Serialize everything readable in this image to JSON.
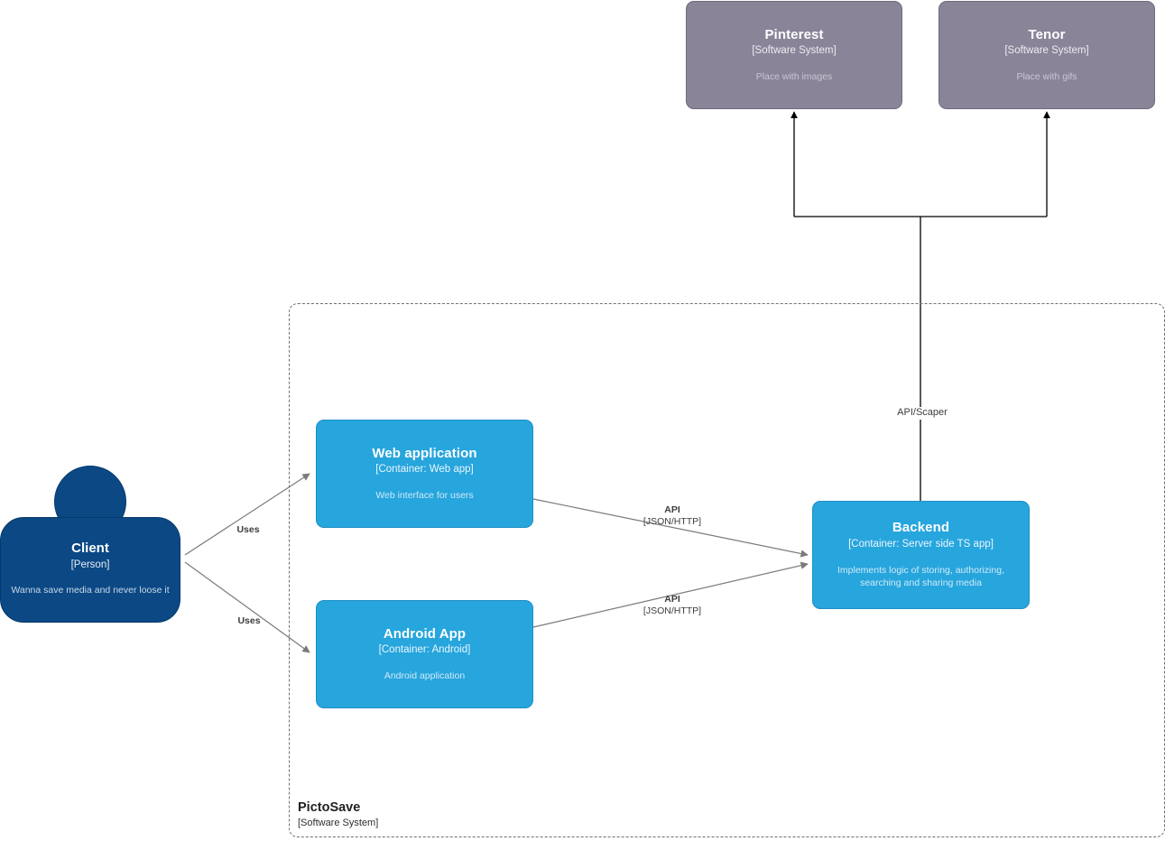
{
  "diagram": {
    "kind": "c4-container-diagram",
    "background": "#ffffff",
    "colors": {
      "external_system": "#8a8499",
      "container": "#27a5dd",
      "person": "#0b4884",
      "edge": "#777777",
      "boundary": "#707070",
      "solid_edge": "#000000"
    }
  },
  "external_systems": [
    {
      "id": "pinterest",
      "title": "Pinterest",
      "type": "[Software System]",
      "description": "Place with images"
    },
    {
      "id": "tenor",
      "title": "Tenor",
      "type": "[Software System]",
      "description": "Place with gifs"
    }
  ],
  "person": {
    "id": "client",
    "title": "Client",
    "type": "[Person]",
    "description": "Wanna save media and never loose it"
  },
  "boundary": {
    "id": "pictosave",
    "title": "PictoSave",
    "type": "[Software System]"
  },
  "containers": [
    {
      "id": "web-application",
      "title": "Web application",
      "type": "[Container: Web app]",
      "description": "Web interface for users"
    },
    {
      "id": "android-app",
      "title": "Android App",
      "type": "[Container: Android]",
      "description": "Android application"
    },
    {
      "id": "backend",
      "title": "Backend",
      "type": "[Container: Server side TS app]",
      "description": "Implements logic of storing, authorizing, searching and sharing media"
    }
  ],
  "relationships": [
    {
      "id": "client-to-web",
      "from": "client",
      "to": "web-application",
      "label": "Uses",
      "technology": ""
    },
    {
      "id": "client-to-android",
      "from": "client",
      "to": "android-app",
      "label": "Uses",
      "technology": ""
    },
    {
      "id": "web-to-backend",
      "from": "web-application",
      "to": "backend",
      "label": "API",
      "technology": "[JSON/HTTP]"
    },
    {
      "id": "android-to-backend",
      "from": "android-app",
      "to": "backend",
      "label": "API",
      "technology": "[JSON/HTTP]"
    },
    {
      "id": "backend-to-externals",
      "from": "backend",
      "to": "pinterest, tenor",
      "label": "API/Scaper",
      "technology": ""
    }
  ]
}
